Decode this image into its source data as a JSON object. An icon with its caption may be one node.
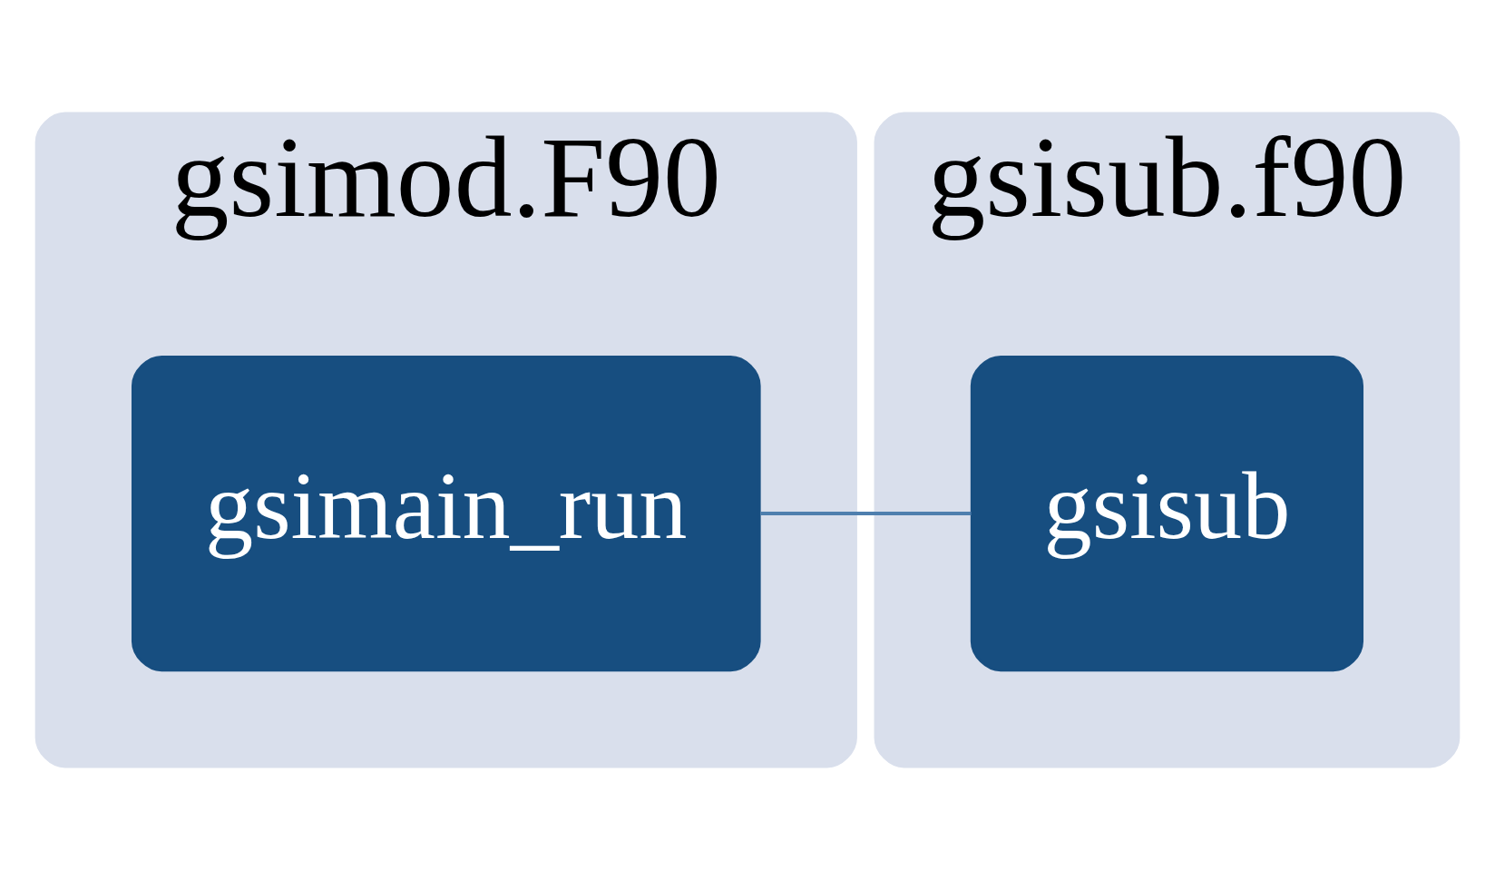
{
  "diagram": {
    "nodes": [
      {
        "text": [
          "gsimod.F90"
        ]
      },
      {
        "text": [
          "gsimain_run"
        ],
        "in": 0
      },
      {
        "text": [
          "gsisub.f90"
        ]
      },
      {
        "text": [
          "gsisub"
        ],
        "in": 2
      }
    ],
    "edges": [
      {
        "from": 1,
        "to": 3,
        "arrow": "none"
      }
    ]
  }
}
